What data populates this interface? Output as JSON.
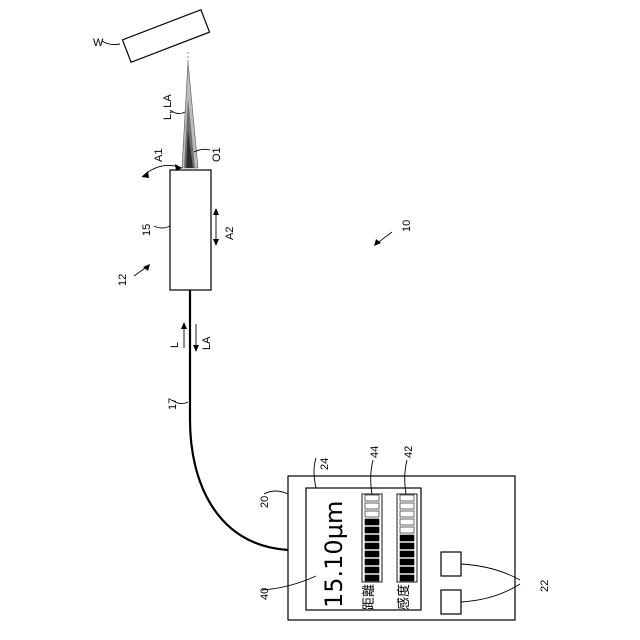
{
  "figure": {
    "labels": {
      "workpiece": "W",
      "light": "L, LA",
      "angle_a1": "A1",
      "optical_axis": "O1",
      "head_ref": "15",
      "axis_a2": "A2",
      "system_ref": "10",
      "sensor_ref": "12",
      "light_out": "L",
      "light_return": "LA",
      "fiber_ref": "17",
      "controller_ref": "20",
      "display_ref": "24",
      "distance_bar_ref": "44",
      "sensitivity_bar_ref": "42",
      "readout_ref": "40",
      "buttons_ref": "22"
    },
    "display": {
      "measurement": "15.10μm",
      "distance_label": "距離",
      "sensitivity_label": "感度"
    },
    "levels": {
      "distance_filled_fraction": 0.727,
      "sensitivity_filled_fraction": 0.545
    }
  }
}
